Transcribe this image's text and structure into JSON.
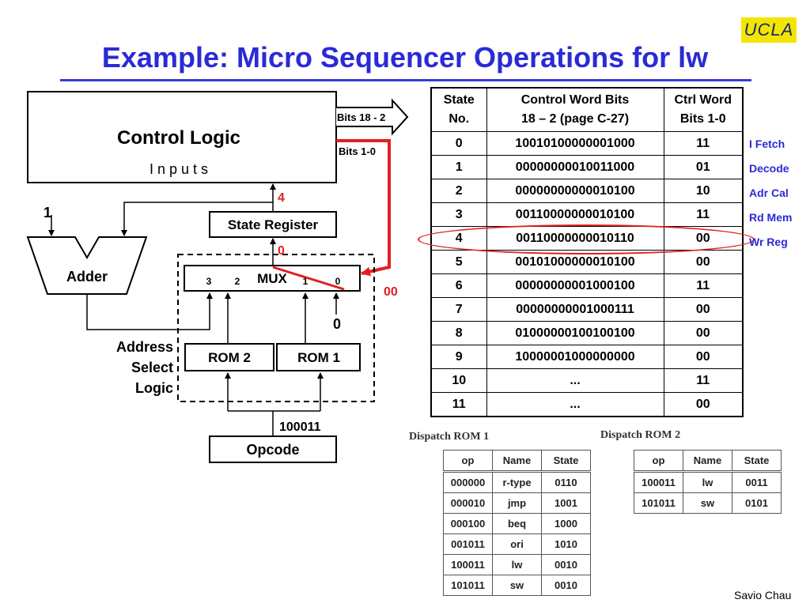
{
  "logo": {
    "text": "UCLA",
    "bg_color": "#f2e600",
    "text_color": "#1b2a6b"
  },
  "title": "Example: Micro Sequencer Operations for lw",
  "colors": {
    "title": "#2a2ad6",
    "highlight": "#e02020",
    "side_labels": "#2a2ad6"
  },
  "diagram": {
    "control_logic": "Control Logic",
    "inputs": "I n p u t s",
    "bits_upper": "Bits 18 - 2",
    "bits_lower": "Bits 1-0",
    "state_register": "State Register",
    "adder": "Adder",
    "one_input": "1",
    "mux": "MUX",
    "mux_inputs": [
      "3",
      "2",
      "1",
      "0"
    ],
    "zero_input": "0",
    "rom2": "ROM 2",
    "rom1": "ROM 1",
    "address_select_logic": [
      "Address",
      "Select",
      "Logic"
    ],
    "opcode": "Opcode",
    "opcode_value": "100011",
    "annotation_state": "4",
    "annotation_mux_out": "0",
    "annotation_ctrl": "00"
  },
  "state_table": {
    "headers": [
      "State No.",
      "Control Word Bits 18 – 2 (page C-27)",
      "Ctrl Word Bits 1-0"
    ],
    "header_lines": [
      [
        "State",
        "No."
      ],
      [
        "Control Word Bits",
        "18 – 2 (page C-27)"
      ],
      [
        "Ctrl Word",
        "Bits 1-0"
      ]
    ],
    "rows": [
      [
        "0",
        "10010100000001000",
        "11"
      ],
      [
        "1",
        "00000000010011000",
        "01"
      ],
      [
        "2",
        "00000000000010100",
        "10"
      ],
      [
        "3",
        "00110000000010100",
        "11"
      ],
      [
        "4",
        "00110000000010110",
        "00"
      ],
      [
        "5",
        "00101000000010100",
        "00"
      ],
      [
        "6",
        "00000000001000100",
        "11"
      ],
      [
        "7",
        "00000000001000111",
        "00"
      ],
      [
        "8",
        "01000000100100100",
        "00"
      ],
      [
        "9",
        "10000001000000000",
        "00"
      ],
      [
        "10",
        "...",
        "11"
      ],
      [
        "11",
        "...",
        "00"
      ]
    ],
    "highlighted_state": "4"
  },
  "side_labels": [
    "I Fetch",
    "Decode",
    "Adr Cal",
    "Rd Mem",
    "Wr Reg"
  ],
  "dispatch_rom1": {
    "caption": "Dispatch ROM 1",
    "headers": [
      "op",
      "Name",
      "State"
    ],
    "rows": [
      [
        "000000",
        "r-type",
        "0110"
      ],
      [
        "000010",
        "jmp",
        "1001"
      ],
      [
        "000100",
        "beq",
        "1000"
      ],
      [
        "001011",
        "ori",
        "1010"
      ],
      [
        "100011",
        "lw",
        "0010"
      ],
      [
        "101011",
        "sw",
        "0010"
      ]
    ]
  },
  "dispatch_rom2": {
    "caption": "Dispatch ROM 2",
    "headers": [
      "op",
      "Name",
      "State"
    ],
    "rows": [
      [
        "100011",
        "lw",
        "0011"
      ],
      [
        "101011",
        "sw",
        "0101"
      ]
    ]
  },
  "credit": "Savio Chau"
}
